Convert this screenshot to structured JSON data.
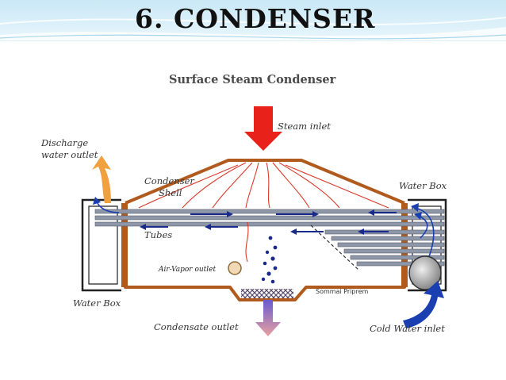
{
  "slide": {
    "title": "6. CONDENSER"
  },
  "diagram": {
    "title": "Surface Steam Condenser",
    "labels": {
      "steam_inlet": "Steam inlet",
      "discharge_line1": "Discharge",
      "discharge_line2": "water outlet",
      "shell_line1": "Condenser",
      "shell_line2": "Shell",
      "water_box_right": "Water Box",
      "tubes": "Tubes",
      "air_vapor_outlet": "Air-Vapor outlet",
      "water_box_left": "Water Box",
      "condensate_outlet": "Condensate outlet",
      "cold_water_inlet": "Cold Water inlet",
      "credit": "Sommai Priprem"
    },
    "colors": {
      "shell": "#b05a1e",
      "tube": "#8e97a8",
      "tube_arrow": "#1a2a8c",
      "steam_arrow": "#e8221a",
      "discharge_arrow": "#f0a03c",
      "cold_water_arrow": "#1a3fb0",
      "condensate_arrow": "#5a4ab0",
      "droplet": "#1a2a8c"
    }
  }
}
